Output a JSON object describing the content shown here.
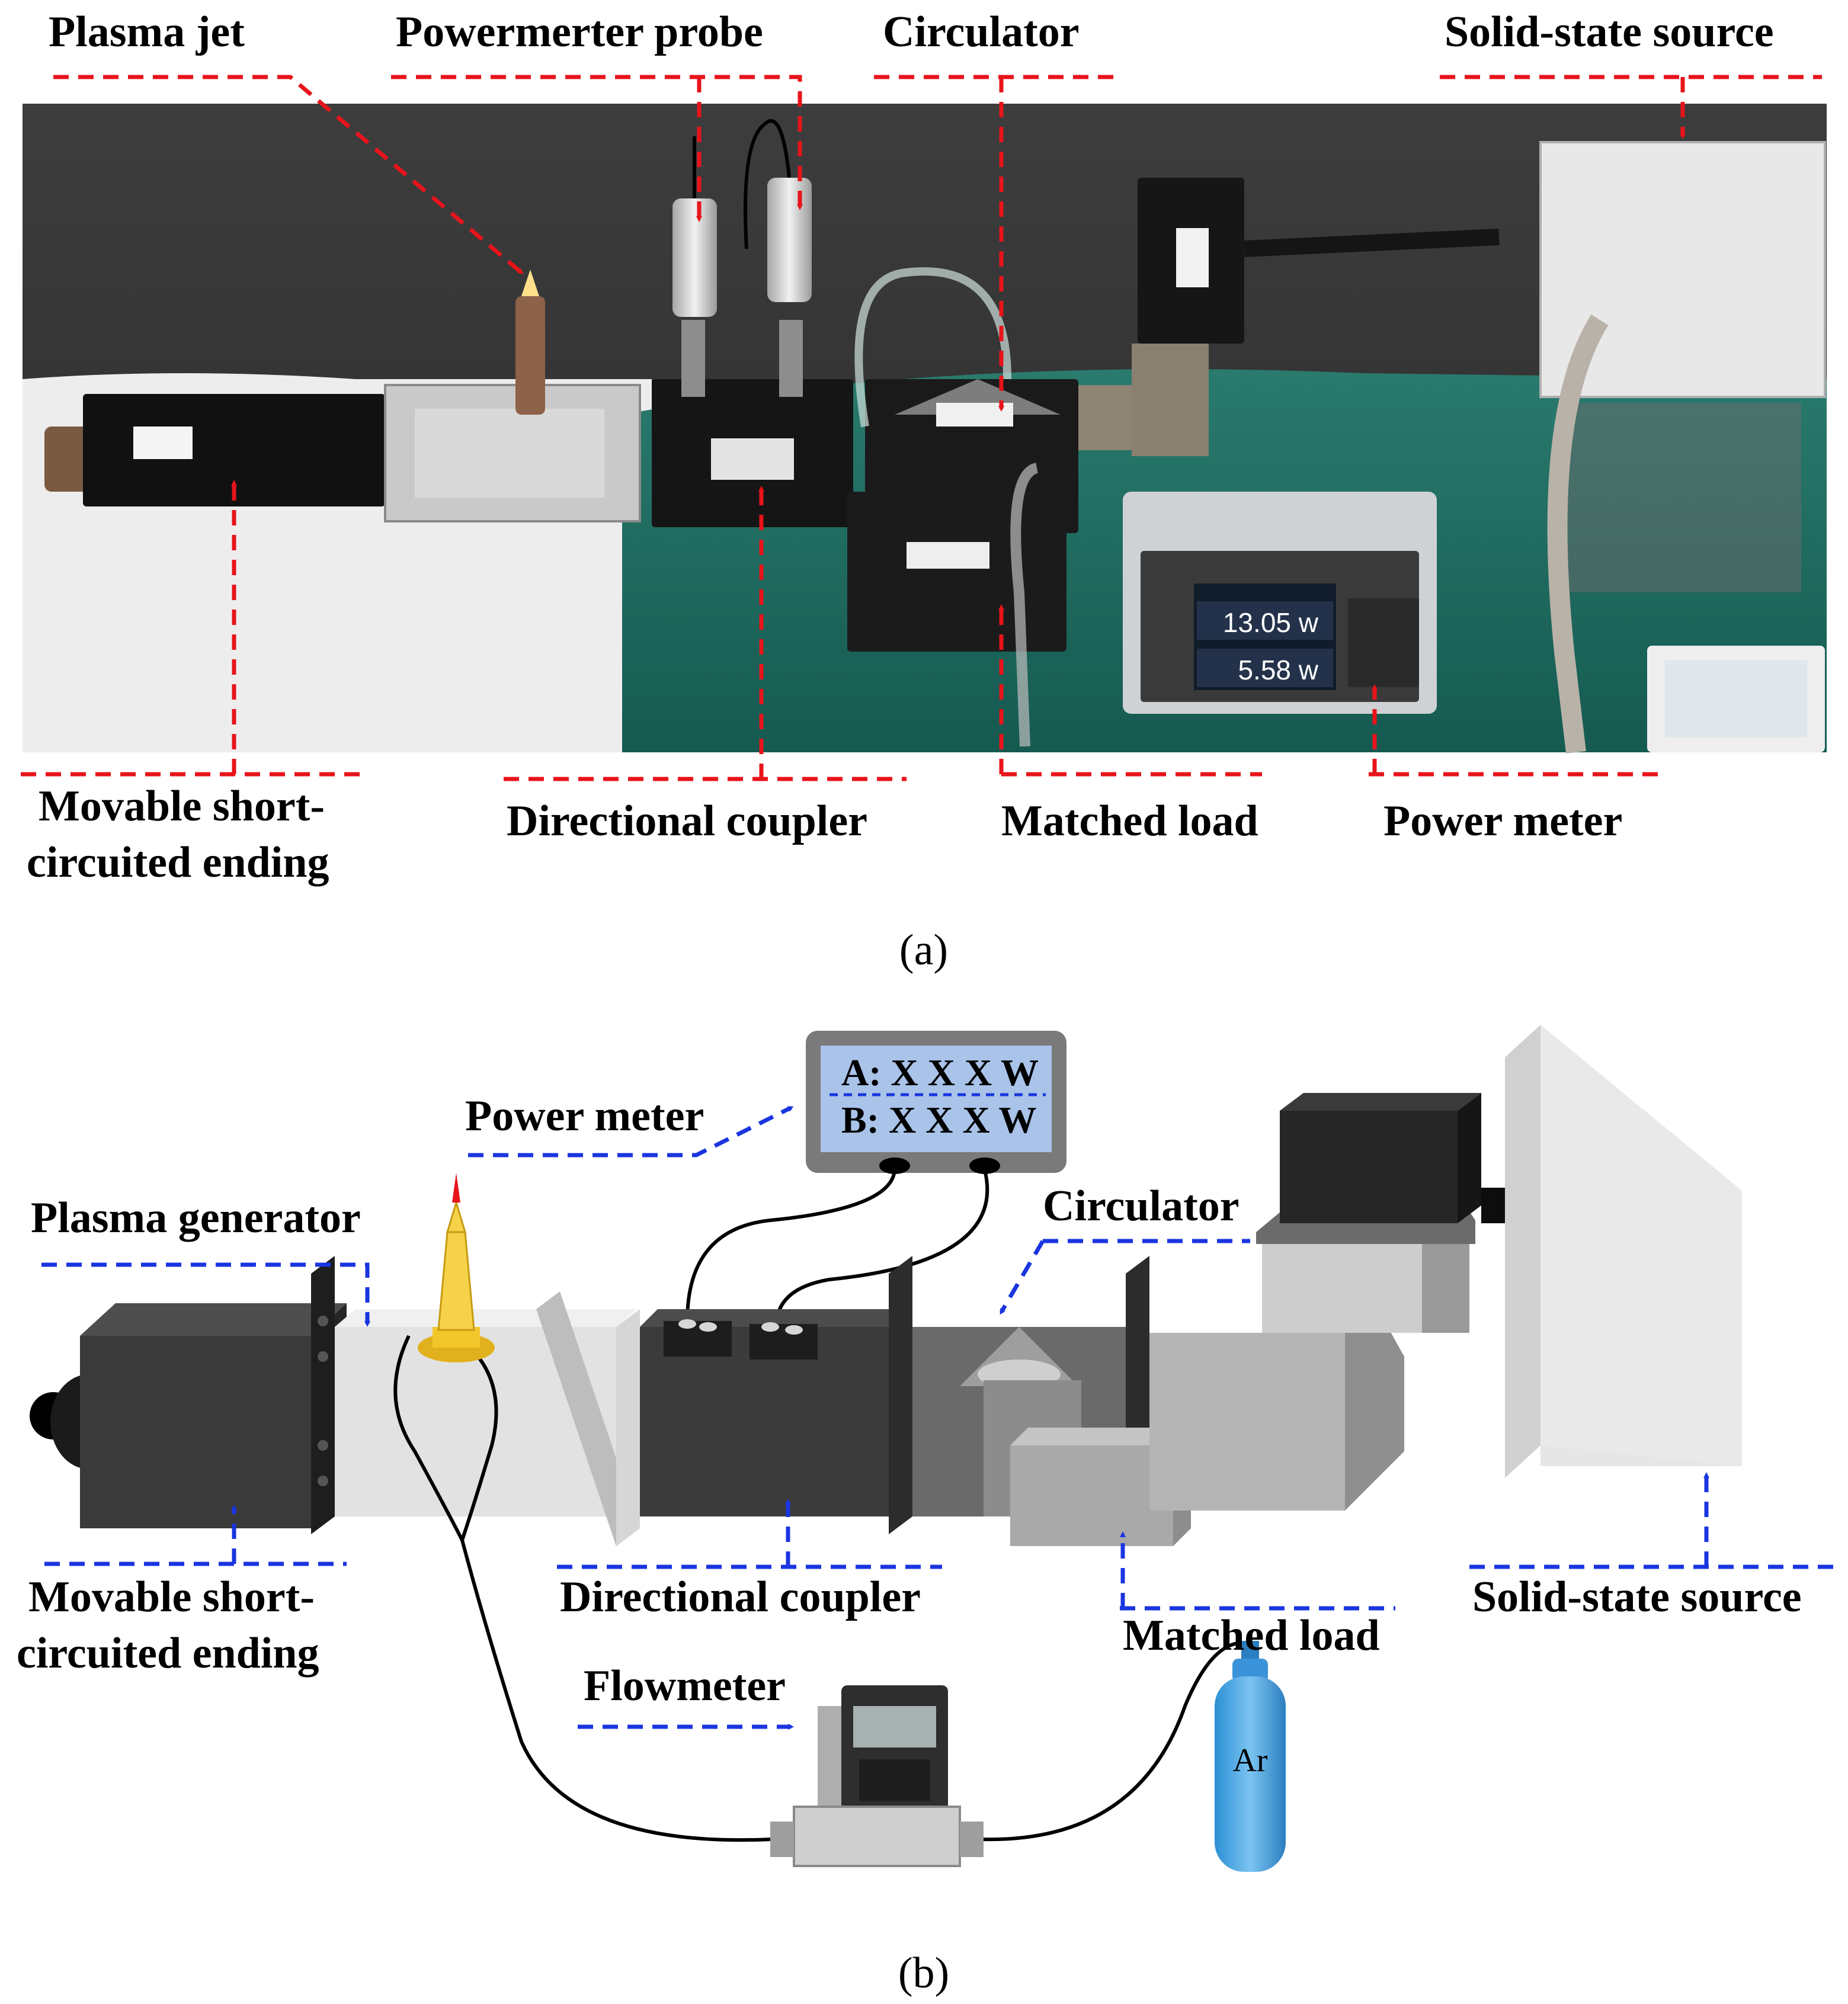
{
  "panel_a": {
    "labels": {
      "plasma_jet": "Plasma jet",
      "powermeter_probe": "Powermerter probe",
      "circulator": "Circulator",
      "solid_state_source": "Solid-state source",
      "movable_line1": "Movable short-",
      "movable_line2": "circuited ending",
      "directional_coupler": "Directional coupler",
      "matched_load": "Matched load",
      "power_meter": "Power meter"
    },
    "meter_readout": {
      "a": "13.05 w",
      "b": "5.58 w"
    },
    "caption": "(a)"
  },
  "panel_b": {
    "labels": {
      "power_meter": "Power meter",
      "plasma_generator": "Plasma generator",
      "circulator": "Circulator",
      "movable_line1": "Movable short-",
      "movable_line2": "circuited ending",
      "directional_coupler": "Directional coupler",
      "solid_state_source": "Solid-state source",
      "matched_load": "Matched load",
      "flowmeter": "Flowmeter"
    },
    "meter_display": {
      "line_a": "A: X X X W",
      "line_b": "B: X X X W"
    },
    "gas_label": "Ar",
    "caption": "(b)"
  },
  "colors": {
    "panel_a_arrows": "#e8141b",
    "panel_b_arrows": "#1a35e0",
    "display_blue": "#a9c3e9"
  }
}
